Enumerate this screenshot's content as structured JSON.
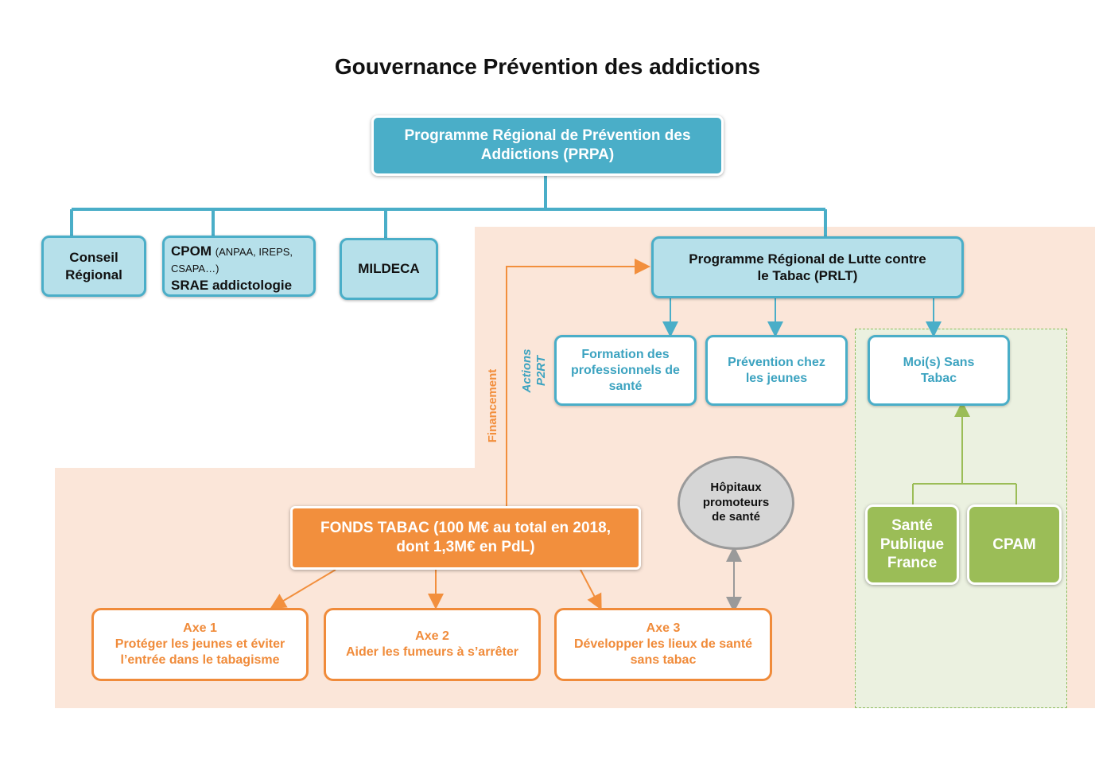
{
  "title": "Gouvernance Prévention des addictions",
  "colors": {
    "teal": "#4aaec8",
    "orange": "#f28f3d",
    "green": "#9bbd57",
    "grey": "#9a9a9a"
  },
  "nodes": {
    "prpa": "Programme Régional de Prévention des Addictions (PRPA)",
    "conseil_regional": "Conseil Régional",
    "cpom": {
      "title": "CPOM",
      "detail": "(ANPAA, IREPS, CSAPA…)",
      "srae": "SRAE addictologie"
    },
    "mildeca": "MILDECA",
    "prlt": "Programme Régional de Lutte contre le Tabac (PRLT)",
    "formation": "Formation des professionnels de santé",
    "prevention_jeunes": "Prévention chez les jeunes",
    "mois_sans_tabac": "Moi(s) Sans Tabac",
    "sante_publique_france": "Santé Publique France",
    "cpam": "CPAM",
    "hopitaux": "Hôpitaux promoteurs de santé",
    "fonds_tabac": "FONDS TABAC (100 M€ au total en 2018, dont 1,3M€ en PdL)",
    "axe1": {
      "label": "Axe 1",
      "text": "Protéger les jeunes et éviter l’entrée dans le tabagisme"
    },
    "axe2": {
      "label": "Axe 2",
      "text": "Aider les fumeurs à s’arrêter"
    },
    "axe3": {
      "label": "Axe 3",
      "text": "Développer les lieux de santé sans tabac"
    }
  },
  "labels": {
    "financement": "Financement",
    "actions_p2rt": "Actions P2RT"
  }
}
